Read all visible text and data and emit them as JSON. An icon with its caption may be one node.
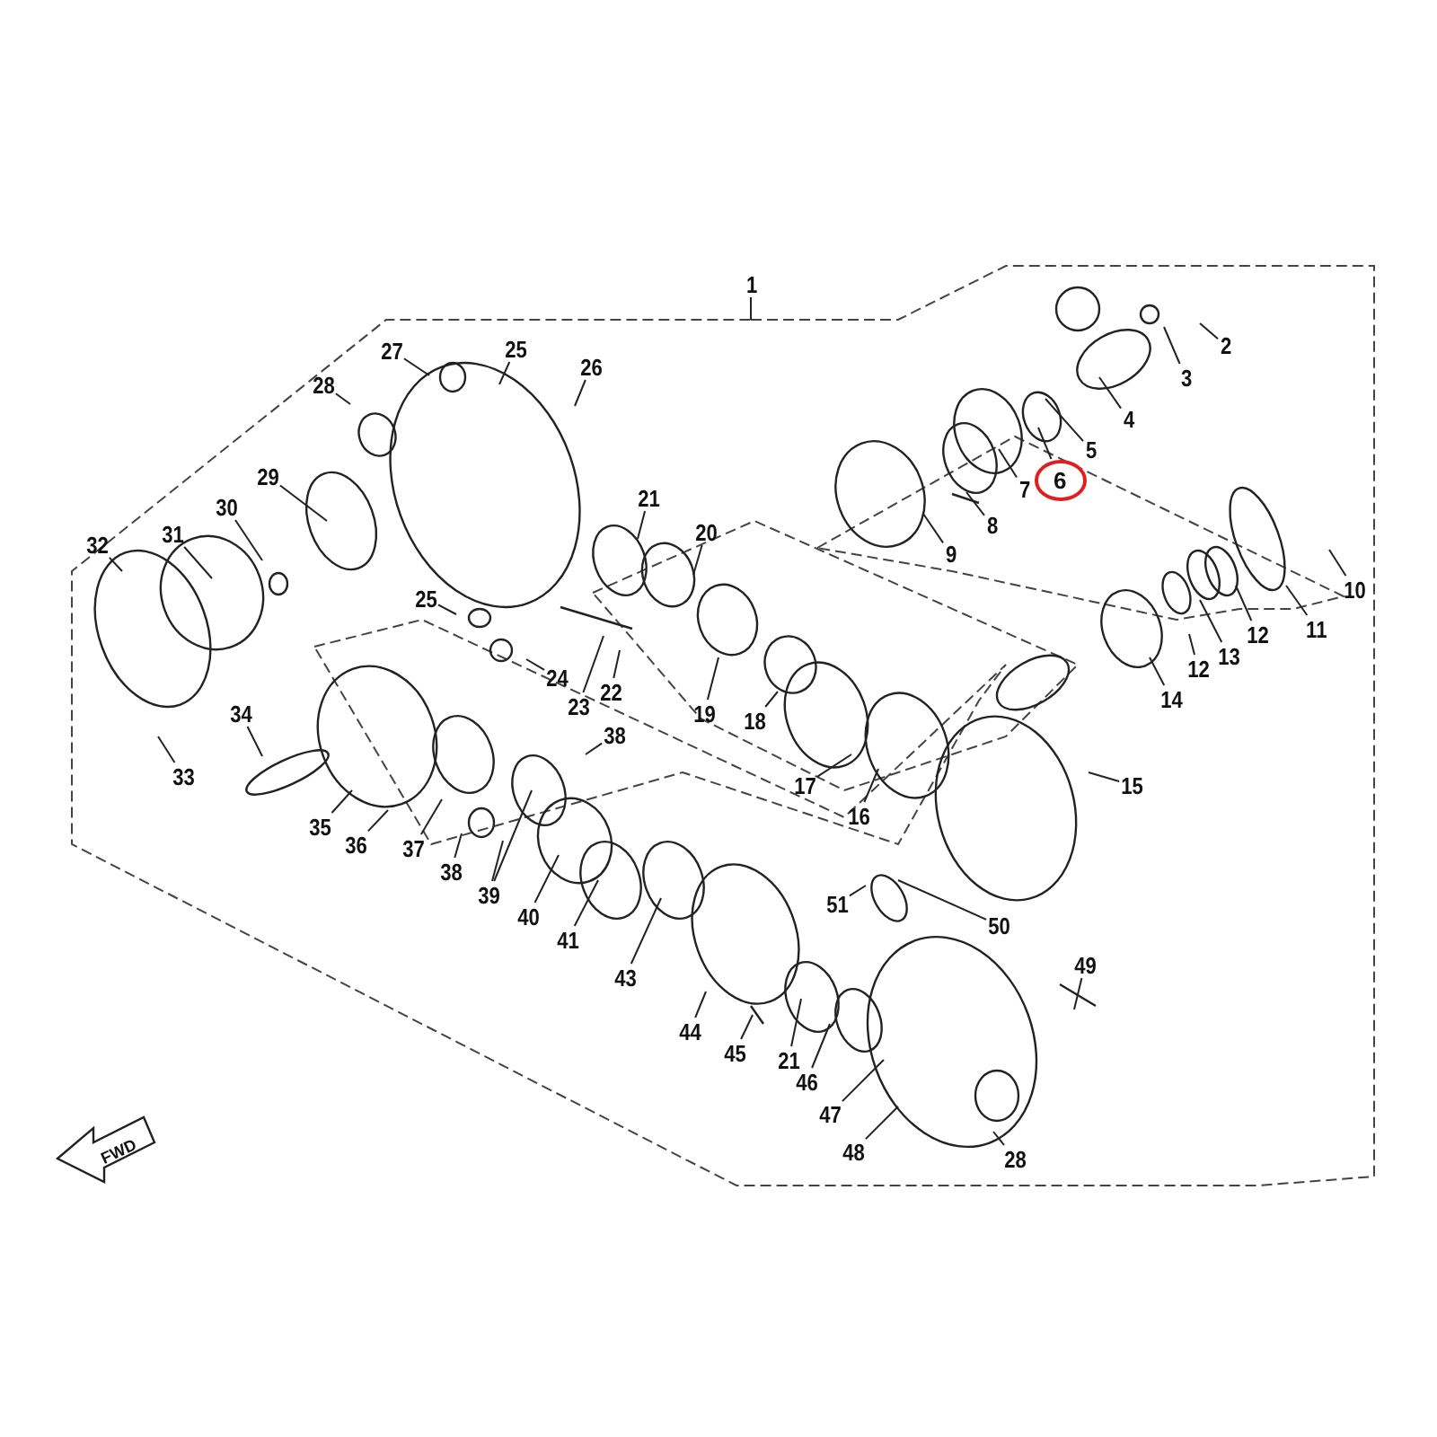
{
  "diagram": {
    "nodes": [
      {
        "text": [
          "1"
        ]
      },
      {
        "text": [
          "2"
        ]
      },
      {
        "text": [
          "3"
        ]
      },
      {
        "text": [
          "4"
        ]
      },
      {
        "text": [
          "5"
        ]
      },
      {
        "text": [
          "6"
        ]
      },
      {
        "text": [
          "7"
        ]
      },
      {
        "text": [
          "8"
        ]
      },
      {
        "text": [
          "9"
        ]
      },
      {
        "text": [
          "10"
        ]
      },
      {
        "text": [
          "11"
        ]
      },
      {
        "text": [
          "12"
        ]
      },
      {
        "text": [
          "12"
        ]
      },
      {
        "text": [
          "13"
        ]
      },
      {
        "text": [
          "14"
        ]
      },
      {
        "text": [
          "15"
        ]
      },
      {
        "text": [
          "16"
        ]
      },
      {
        "text": [
          "17"
        ]
      },
      {
        "text": [
          "18"
        ]
      },
      {
        "text": [
          "19"
        ]
      },
      {
        "text": [
          "20"
        ]
      },
      {
        "text": [
          "21"
        ]
      },
      {
        "text": [
          "22"
        ]
      },
      {
        "text": [
          "23"
        ]
      },
      {
        "text": [
          "24"
        ]
      },
      {
        "text": [
          "25"
        ]
      },
      {
        "text": [
          "25"
        ]
      },
      {
        "text": [
          "26"
        ]
      },
      {
        "text": [
          "27"
        ]
      },
      {
        "text": [
          "28"
        ]
      },
      {
        "text": [
          "29"
        ]
      },
      {
        "text": [
          "30"
        ]
      },
      {
        "text": [
          "31"
        ]
      },
      {
        "text": [
          "32"
        ]
      },
      {
        "text": [
          "33"
        ]
      },
      {
        "text": [
          "34"
        ]
      },
      {
        "text": [
          "35"
        ]
      },
      {
        "text": [
          "36"
        ]
      },
      {
        "text": [
          "37"
        ]
      },
      {
        "text": [
          "38"
        ]
      },
      {
        "text": [
          "38"
        ]
      },
      {
        "text": [
          "39"
        ]
      },
      {
        "text": [
          "40"
        ]
      },
      {
        "text": [
          "41"
        ]
      },
      {
        "text": [
          "43"
        ]
      },
      {
        "text": [
          "44"
        ]
      },
      {
        "text": [
          "45"
        ]
      },
      {
        "text": [
          "21"
        ]
      },
      {
        "text": [
          "46"
        ]
      },
      {
        "text": [
          "47"
        ]
      },
      {
        "text": [
          "48"
        ]
      },
      {
        "text": [
          "49"
        ]
      },
      {
        "text": [
          "50"
        ]
      },
      {
        "text": [
          "51"
        ]
      },
      {
        "text": [
          "28"
        ]
      }
    ],
    "edges": [
      {
        "from": 0,
        "to": null,
        "arrow": "none"
      },
      {
        "from": 1,
        "to": null,
        "arrow": "none"
      },
      {
        "from": 2,
        "to": null,
        "arrow": "none"
      },
      {
        "from": 3,
        "to": null,
        "arrow": "none"
      },
      {
        "from": 4,
        "to": null,
        "arrow": "none"
      },
      {
        "from": 5,
        "to": null,
        "arrow": "none"
      },
      {
        "from": 6,
        "to": null,
        "arrow": "none"
      },
      {
        "from": 7,
        "to": null,
        "arrow": "none"
      },
      {
        "from": 8,
        "to": null,
        "arrow": "none"
      },
      {
        "from": 9,
        "to": null,
        "arrow": "none"
      },
      {
        "from": 10,
        "to": null,
        "arrow": "none"
      },
      {
        "from": 11,
        "to": null,
        "arrow": "none"
      },
      {
        "from": 12,
        "to": null,
        "arrow": "none"
      },
      {
        "from": 13,
        "to": null,
        "arrow": "none"
      },
      {
        "from": 14,
        "to": null,
        "arrow": "none"
      },
      {
        "from": 15,
        "to": null,
        "arrow": "none"
      },
      {
        "from": 16,
        "to": null,
        "arrow": "none"
      },
      {
        "from": 17,
        "to": null,
        "arrow": "none"
      },
      {
        "from": 18,
        "to": null,
        "arrow": "none"
      },
      {
        "from": 19,
        "to": null,
        "arrow": "none"
      },
      {
        "from": 20,
        "to": null,
        "arrow": "none"
      },
      {
        "from": 21,
        "to": null,
        "arrow": "none"
      },
      {
        "from": 22,
        "to": null,
        "arrow": "none"
      },
      {
        "from": 23,
        "to": null,
        "arrow": "none"
      },
      {
        "from": 24,
        "to": null,
        "arrow": "none"
      },
      {
        "from": 25,
        "to": null,
        "arrow": "none"
      },
      {
        "from": 26,
        "to": null,
        "arrow": "none"
      },
      {
        "from": 27,
        "to": null,
        "arrow": "none"
      },
      {
        "from": 28,
        "to": null,
        "arrow": "none"
      },
      {
        "from": 29,
        "to": null,
        "arrow": "none"
      },
      {
        "from": 30,
        "to": null,
        "arrow": "none"
      },
      {
        "from": 31,
        "to": null,
        "arrow": "none"
      },
      {
        "from": 32,
        "to": null,
        "arrow": "none"
      },
      {
        "from": 33,
        "to": null,
        "arrow": "none"
      },
      {
        "from": 34,
        "to": null,
        "arrow": "none"
      },
      {
        "from": 35,
        "to": null,
        "arrow": "none"
      },
      {
        "from": 36,
        "to": null,
        "arrow": "none"
      },
      {
        "from": 37,
        "to": null,
        "arrow": "none"
      },
      {
        "from": 38,
        "to": null,
        "arrow": "none"
      },
      {
        "from": 39,
        "to": null,
        "arrow": "none"
      },
      {
        "from": 40,
        "to": null,
        "arrow": "none"
      },
      {
        "from": 41,
        "to": null,
        "arrow": "none"
      },
      {
        "from": 41,
        "to": null,
        "arrow": "none"
      },
      {
        "from": 42,
        "to": null,
        "arrow": "none"
      },
      {
        "from": 43,
        "to": null,
        "arrow": "none"
      },
      {
        "from": 44,
        "to": null,
        "arrow": "none"
      },
      {
        "from": 45,
        "to": null,
        "arrow": "none"
      },
      {
        "from": 46,
        "to": null,
        "arrow": "none"
      },
      {
        "from": 47,
        "to": null,
        "arrow": "none"
      },
      {
        "from": 48,
        "to": null,
        "arrow": "none"
      },
      {
        "from": 49,
        "to": null,
        "arrow": "none"
      },
      {
        "from": 50,
        "to": null,
        "arrow": "none"
      },
      {
        "from": 51,
        "to": null,
        "arrow": "none"
      },
      {
        "from": 52,
        "to": null,
        "arrow": "none"
      },
      {
        "from": 53,
        "to": null,
        "arrow": "none"
      },
      {
        "from": 54,
        "to": null,
        "arrow": "none"
      }
    ],
    "labels": [
      "FWD"
    ]
  }
}
